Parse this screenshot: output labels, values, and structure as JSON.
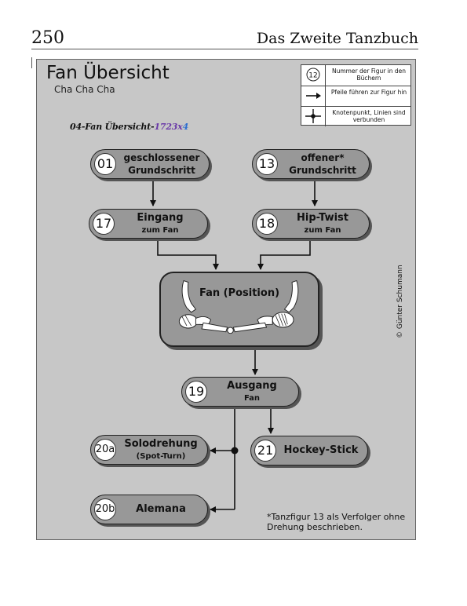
{
  "page": {
    "number": "250",
    "book_title": "Das Zweite Tanzbuch"
  },
  "panel": {
    "title": "Fan Übersicht",
    "subtitle": "Cha Cha Cha",
    "chart_label_prefix": "04-Fan Übersicht-",
    "chart_label_hl1": "1723x",
    "chart_label_hl2": "4"
  },
  "legend": [
    {
      "symbol": "12",
      "text": "Nummer der Figur in den Büchern"
    },
    {
      "symbol": "arrow-right-icon",
      "text": "Pfeile führen zur Figur hin"
    },
    {
      "symbol": "junction-cross-icon",
      "text": "Knotenpunkt, Linien sind verbunden"
    }
  ],
  "nodes": {
    "n01": {
      "num": "01",
      "line1": "geschlossener",
      "line2": "Grundschritt"
    },
    "n13": {
      "num": "13",
      "line1": "offener*",
      "line2": "Grundschritt"
    },
    "n17": {
      "num": "17",
      "line1": "Eingang",
      "line2": "zum Fan"
    },
    "n18": {
      "num": "18",
      "line1": "Hip-Twist",
      "line2": "zum Fan"
    },
    "fan": {
      "title": "Fan (Position)"
    },
    "n19": {
      "num": "19",
      "line1": "Ausgang",
      "line2": "Fan"
    },
    "n20a": {
      "num": "20a",
      "line1": "Solodrehung",
      "line2": "(Spot-Turn)"
    },
    "n21": {
      "num": "21",
      "line1": "Hockey-Stick"
    },
    "n20b": {
      "num": "20b",
      "line1": "Alemana"
    }
  },
  "copyright": "© Günter Schumann",
  "footnote": "*Tanzfigur 13 als Verfolger ohne Drehung beschrieben.",
  "colors": {
    "panel": "#c7c7c7",
    "node": "#989898",
    "shadow": "#555555"
  }
}
